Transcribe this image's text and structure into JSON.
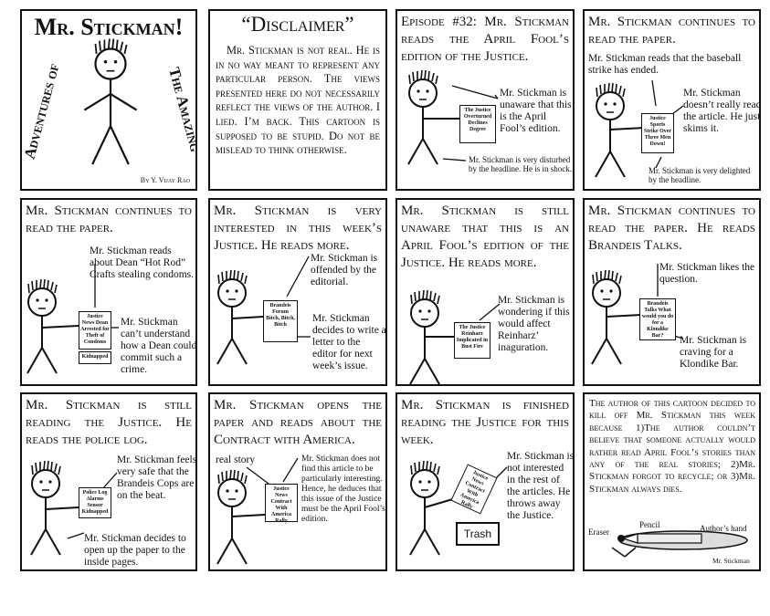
{
  "p1": {
    "title": "Mr. Stickman!",
    "left_side": "Adventures of",
    "right_side": "The Amazing",
    "credit": "By Y. Vijay Rao"
  },
  "p2": {
    "title": "“Disclaimer”",
    "body": "Mr. Stickman is not real. He is in no way meant to represent any particular person. The views presented here do not necessarily reflect the views of the author. I lied. I’m back. This cartoon is supposed to be stupid. Do not be mislead to think otherwise."
  },
  "p3": {
    "title": "Episode #32: Mr. Stickman reads the April Fool’s edition of the Justice.",
    "caption1": "Mr. Stickman is unaware that this is the April Fool’s edition.",
    "caption2": "Mr. Stickman is very disturbed by the headline. He is in shock.",
    "paper": "The Justice Overturned Declines Degree"
  },
  "p4": {
    "title": "Mr. Stickman continues to read the paper.",
    "caption1": "Mr. Stickman reads that the baseball strike has ended.",
    "caption2": "Mr. Stickman doesn’t really read the article. He just skims it.",
    "caption3": "Mr. Stickman is very delighted by the headline.",
    "paper": "Justice Sports Strike Over Three Men Down!"
  },
  "p5": {
    "title": "Mr. Stickman continues to read the paper.",
    "caption1": "Mr. Stickman reads about Dean “Hot Rod” Crafts stealing condoms.",
    "caption2": "Mr. Stickman can’t understand how a Dean could commit such a crime.",
    "paper": "Justice News Dean Arrested for Theft of Condoms",
    "paper2": "Kidnapped"
  },
  "p6": {
    "title": "Mr. Stickman is very interested in this week’s Justice. He reads more.",
    "caption1": "Mr. Stickman is offended by the editorial.",
    "caption2": "Mr. Stickman decides to write a letter to the editor for next week’s issue.",
    "paper": "Brandeis Forum Bitch, Bitch, Bitch"
  },
  "p7": {
    "title": "Mr. Stickman is still unaware that this is an April Fool’s edition of the Justice. He reads more.",
    "caption1": "Mr. Stickman is wondering if this would affect Reinharz’ inaguration.",
    "paper": "The Justice Reinharz Implicated in Bust Fire"
  },
  "p8": {
    "title": "Mr. Stickman continues to read the paper. He reads Brandeis Talks.",
    "caption1": "Mr. Stickman likes the question.",
    "caption2": "Mr. Stickman is craving for a Klondike Bar.",
    "paper": "Brandeis Talks What would you do for a Klondike Bar?"
  },
  "p9": {
    "title": "Mr. Stickman is still reading the Justice. He reads the police log.",
    "caption1": "Mr. Stickman feels very safe that the Brandeis Cops are on the beat.",
    "caption2": "Mr. Stickman decides to open up the paper to the inside pages.",
    "paper": "Police Log Alarms Sensor Kidnapped"
  },
  "p10": {
    "title": "Mr. Stickman opens the paper and reads about the Contract with America.",
    "label": "real story",
    "caption1": "Mr. Stickman does not find this article to be particularly interesting. Hence, he deduces that this issue of the Justice must be the April Fool’s edition.",
    "paper": "Justice News Contract With America Rally"
  },
  "p11": {
    "title": "Mr. Stickman is finished reading the Justice for this week.",
    "caption1": "Mr. Stickman is not interested in the rest of the articles. He throws away the Justice.",
    "trash": "Trash",
    "paper": "Justice News Contract With America Rally"
  },
  "p12": {
    "body": "The author of this cartoon decided to kill off Mr. Stickman this week because 1)The author couldn’t believe that someone actually would rather read April Fool’s stories than any of the real stories; 2)Mr. Stickman forgot to recycle; or 3)Mr. Stickman always dies.",
    "eraser": "Eraser",
    "pencil": "Pencil",
    "hand": "Author’s hand",
    "stickman": "Mr. Stickman"
  }
}
